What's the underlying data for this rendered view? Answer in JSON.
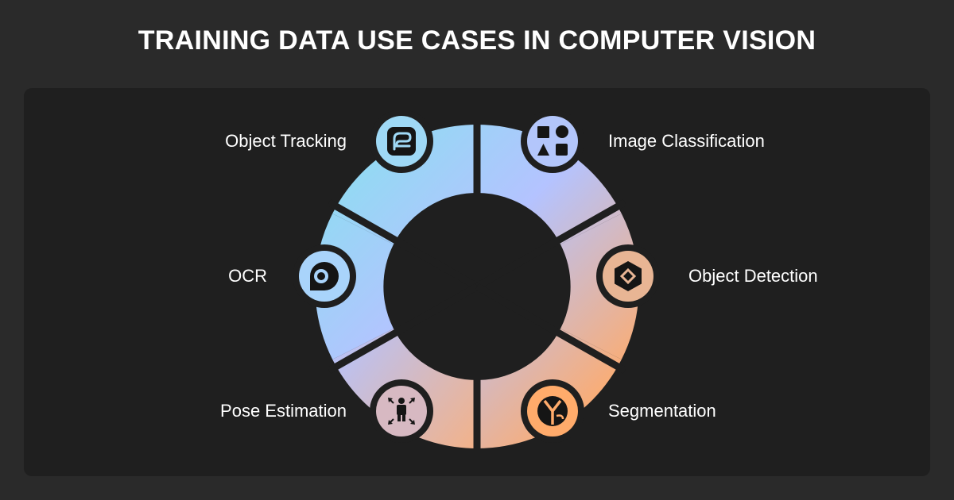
{
  "title": "TRAINING DATA USE CASES IN COMPUTER VISION",
  "use_cases": [
    {
      "label": "Object Tracking",
      "icon": "object-tracking-icon"
    },
    {
      "label": "Image Classification",
      "icon": "image-classification-icon"
    },
    {
      "label": "OCR",
      "icon": "ocr-icon"
    },
    {
      "label": "Object Detection",
      "icon": "object-detection-icon"
    },
    {
      "label": "Pose Estimation",
      "icon": "pose-estimation-icon"
    },
    {
      "label": "Segmentation",
      "icon": "segmentation-icon"
    }
  ],
  "colors": {
    "background": "#2a2a2a",
    "panel": "#1f1f1f",
    "gradient_cyan": "#8fdcf2",
    "gradient_blue": "#b4c3ff",
    "gradient_orange": "#ffab6b"
  }
}
